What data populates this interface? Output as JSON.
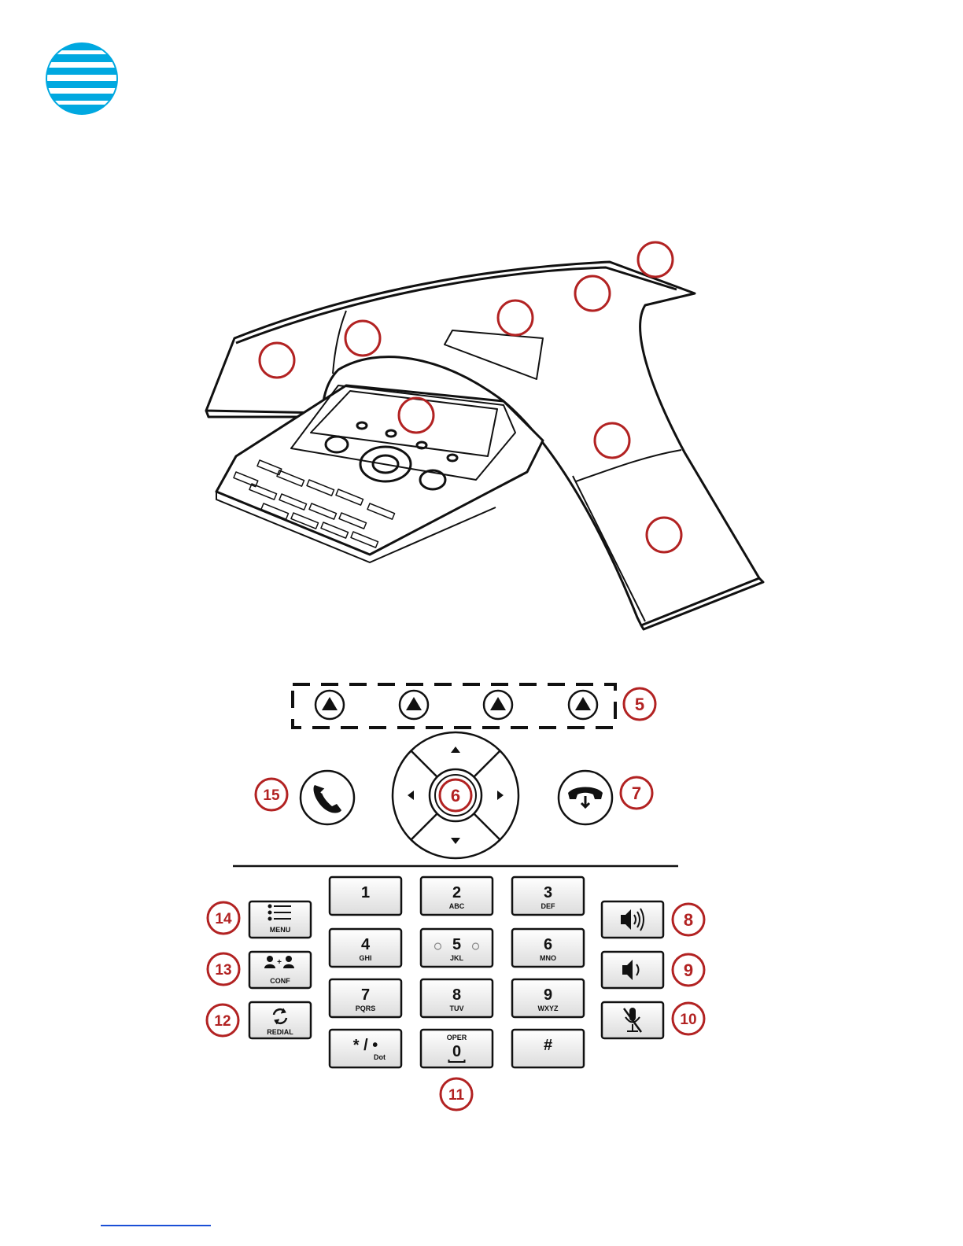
{
  "brand": {
    "logo": "att-globe-logo",
    "color": "#00a8e0"
  },
  "callout_color": "#b22222",
  "keypad": {
    "rows": [
      [
        {
          "main": "1",
          "sub": ""
        },
        {
          "main": "2",
          "sub": "ABC"
        },
        {
          "main": "3",
          "sub": "DEF"
        }
      ],
      [
        {
          "main": "4",
          "sub": "GHI"
        },
        {
          "main": "5",
          "sub": "JKL"
        },
        {
          "main": "6",
          "sub": "MNO"
        }
      ],
      [
        {
          "main": "7",
          "sub": "PQRS"
        },
        {
          "main": "8",
          "sub": "TUV"
        },
        {
          "main": "9",
          "sub": "WXYZ"
        }
      ],
      [
        {
          "main": "* / •",
          "sub": "Dot"
        },
        {
          "main": "0",
          "sub": "OPER"
        },
        {
          "main": "#",
          "sub": ""
        }
      ]
    ]
  },
  "left_keys": [
    {
      "label": "MENU",
      "icon": "menu-list-icon"
    },
    {
      "label": "CONF",
      "icon": "conference-icon"
    },
    {
      "label": "REDIAL",
      "icon": "redial-icon"
    }
  ],
  "right_keys": [
    {
      "icon": "volume-up-icon"
    },
    {
      "icon": "volume-down-icon"
    },
    {
      "icon": "mute-mic-icon"
    }
  ],
  "callouts": {
    "softkeys": "5",
    "nav": "6",
    "end_call": "7",
    "vol_up": "8",
    "vol_down": "9",
    "mute": "10",
    "zero": "11",
    "redial": "12",
    "conf": "13",
    "menu": "14",
    "answer": "15"
  }
}
